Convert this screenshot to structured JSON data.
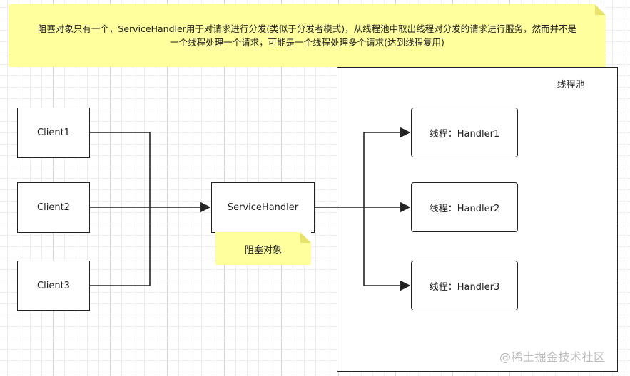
{
  "notes": {
    "top": "阻塞对象只有一个，ServiceHandler用于对请求进行分发(类似于分发者模式)，从线程池中取出线程对分发的请求进行服务，然而并不是一个线程处理一个请求，可能是一个线程处理多个请求(达到线程复用)",
    "blocking": "阻塞对象"
  },
  "pool": {
    "label": "线程池"
  },
  "clients": [
    "Client1",
    "Client2",
    "Client3"
  ],
  "service": {
    "label": "ServiceHandler"
  },
  "handlers": [
    "线程：Handler1",
    "线程：Handler2",
    "线程：Handler3"
  ],
  "watermark": "@稀土掘金技术社区",
  "colors": {
    "note": "#ffff9e",
    "note_fold": "#e8e36a",
    "line": "#222222"
  }
}
